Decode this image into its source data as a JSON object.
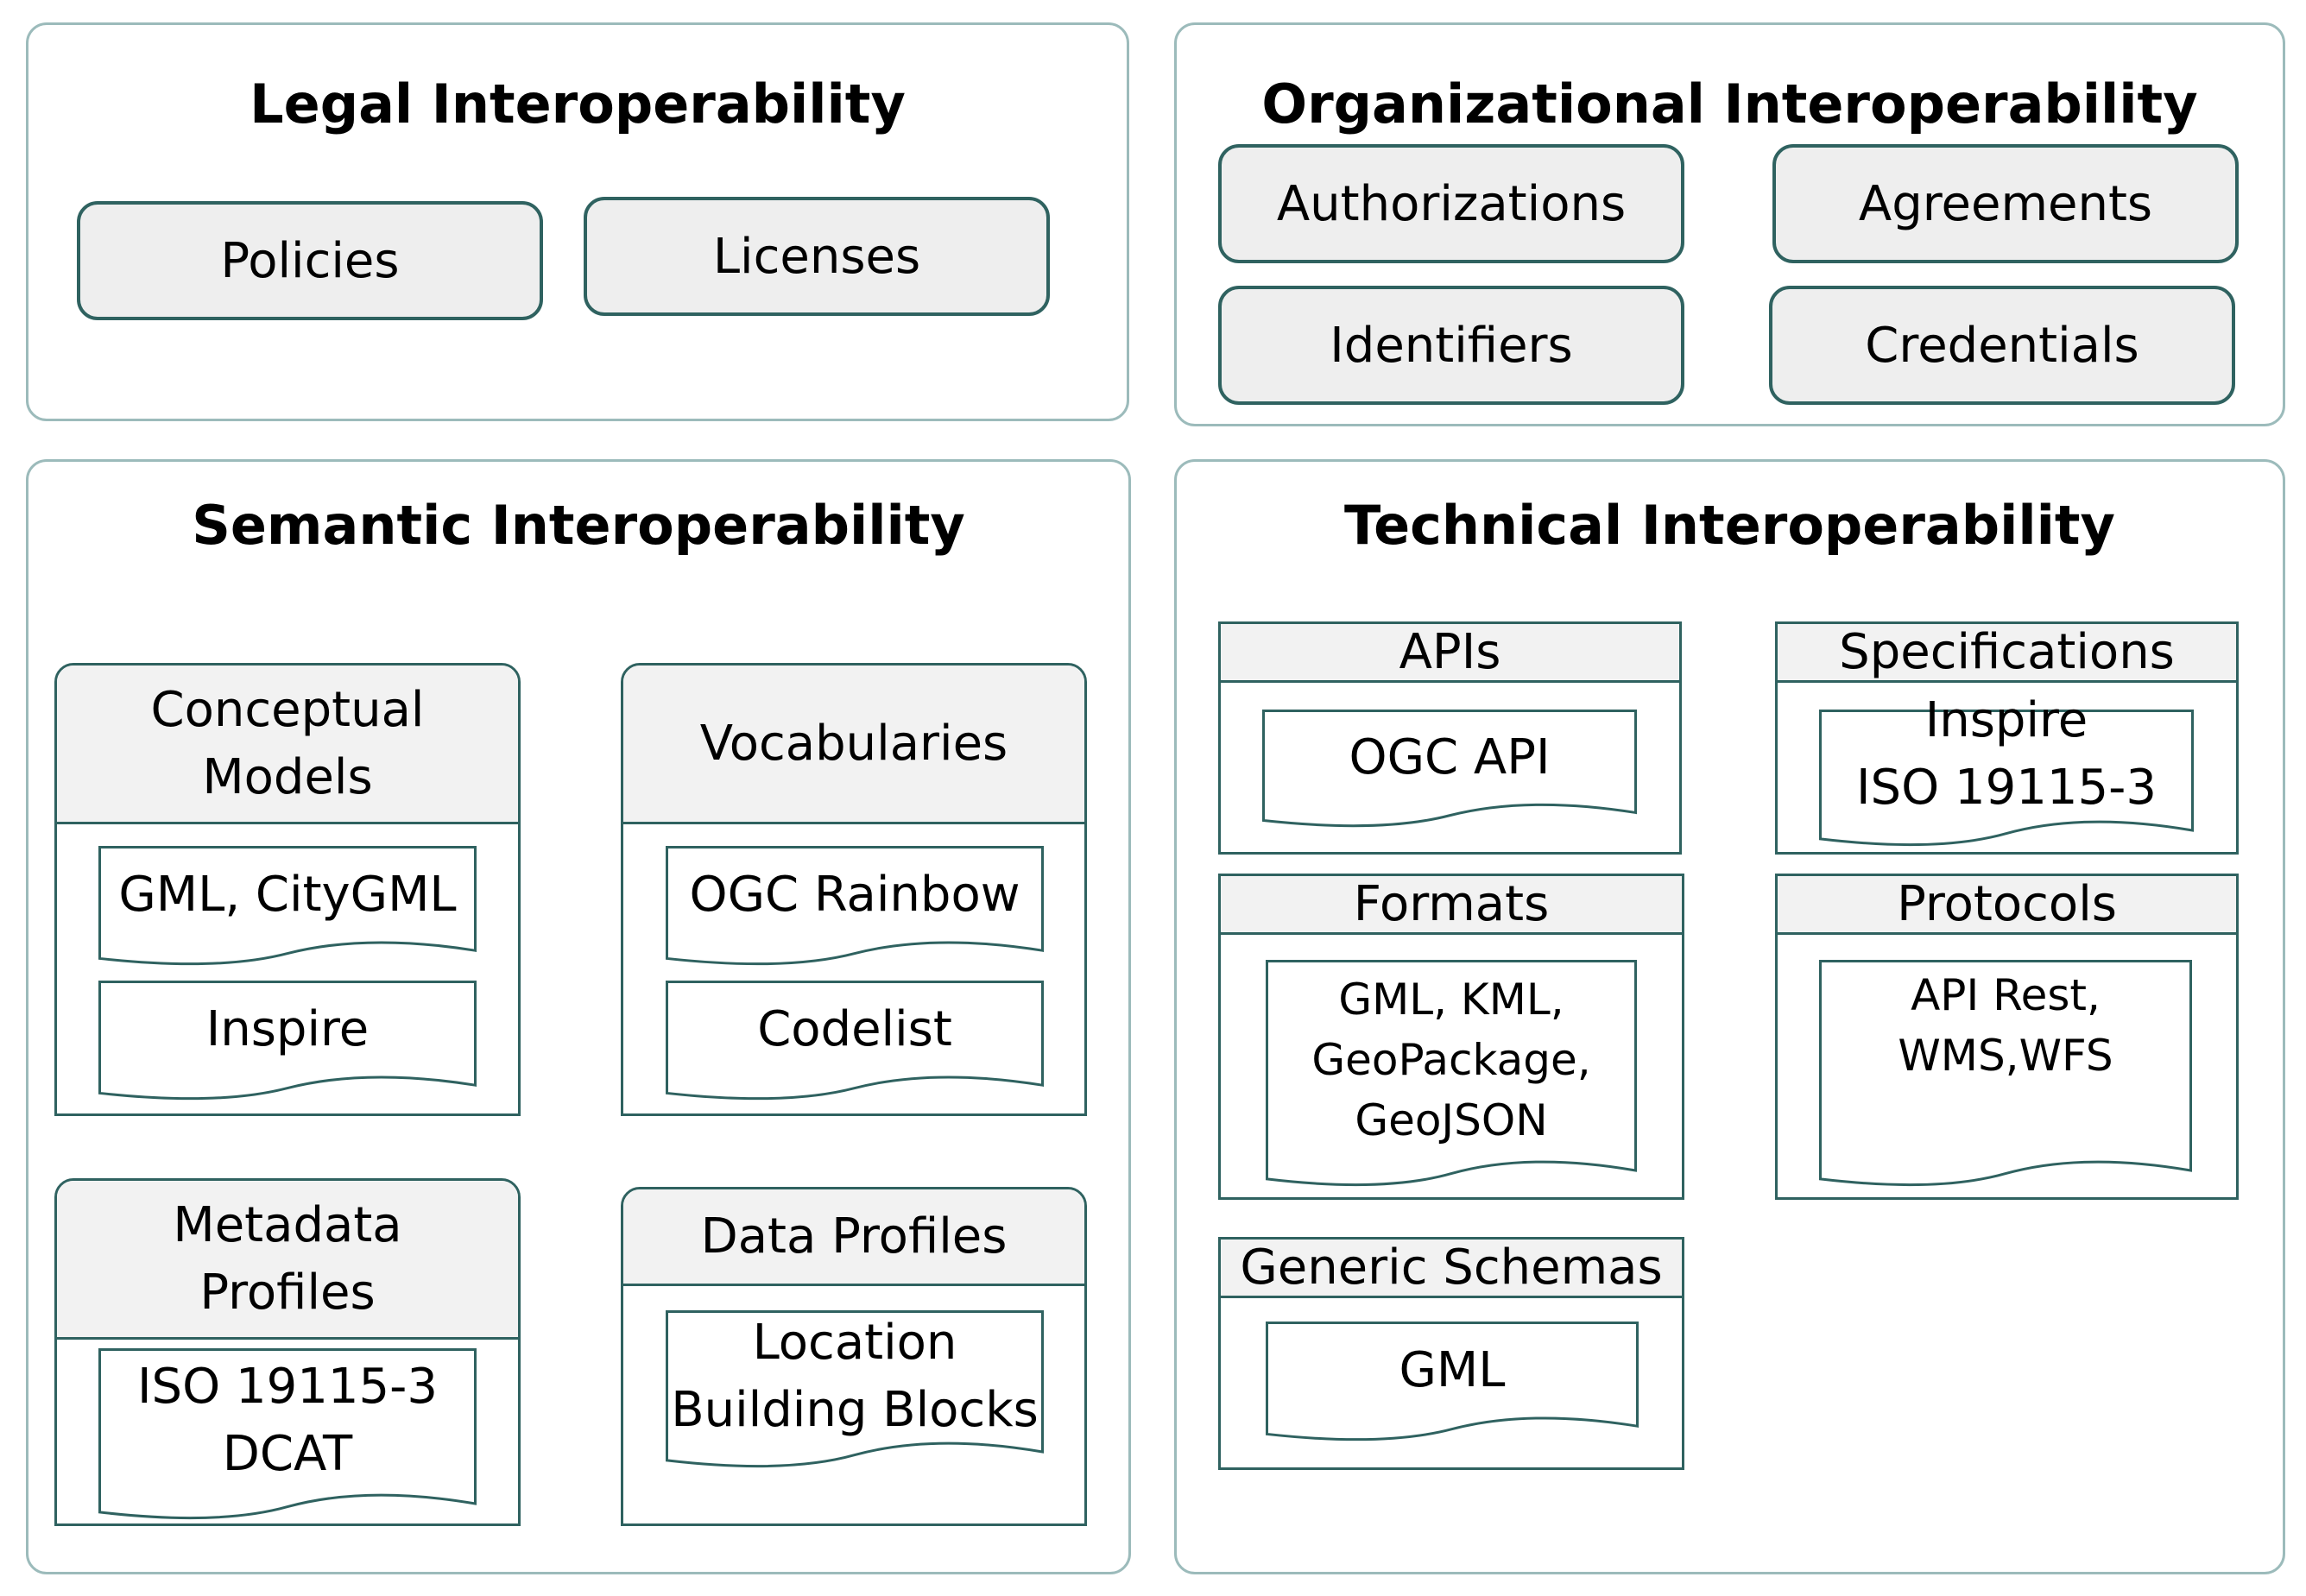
{
  "legal": {
    "title": "Legal Interoperability",
    "items": [
      "Policies",
      "Licenses"
    ]
  },
  "organizational": {
    "title": "Organizational Interoperability",
    "items": [
      "Authorizations",
      "Agreements",
      "Identifiers",
      "Credentials"
    ]
  },
  "semantic": {
    "title": "Semantic Interoperability",
    "groups": {
      "conceptual": {
        "title_lines": [
          "Conceptual",
          "Models"
        ],
        "docs": [
          "GML, CityGML",
          "Inspire"
        ]
      },
      "vocabularies": {
        "title": "Vocabularies",
        "docs": [
          "OGC Rainbow",
          "Codelist"
        ]
      },
      "metadata": {
        "title_lines": [
          "Metadata",
          "Profiles"
        ],
        "doc_lines": [
          "ISO 19115-3",
          "DCAT"
        ]
      },
      "data_profiles": {
        "title": "Data Profiles",
        "doc_lines": [
          "Location",
          "Building Blocks"
        ]
      }
    }
  },
  "technical": {
    "title": "Technical Interoperability",
    "groups": {
      "apis": {
        "title": "APIs",
        "doc": "OGC API"
      },
      "specifications": {
        "title": "Specifications",
        "doc_lines": [
          "Inspire",
          "ISO 19115-3"
        ]
      },
      "formats": {
        "title": "Formats",
        "doc_lines": [
          "GML, KML,",
          "GeoPackage,",
          "GeoJSON"
        ]
      },
      "protocols": {
        "title": "Protocols",
        "doc_lines": [
          "API Rest,",
          "WMS,WFS"
        ]
      },
      "generic_schemas": {
        "title": "Generic Schemas",
        "doc": "GML"
      }
    }
  },
  "colors": {
    "border_dark": "#2f6260",
    "border_light": "#9cbbbb",
    "header_fill": "#f2f2f2",
    "pill_fill": "#eeeeee"
  }
}
